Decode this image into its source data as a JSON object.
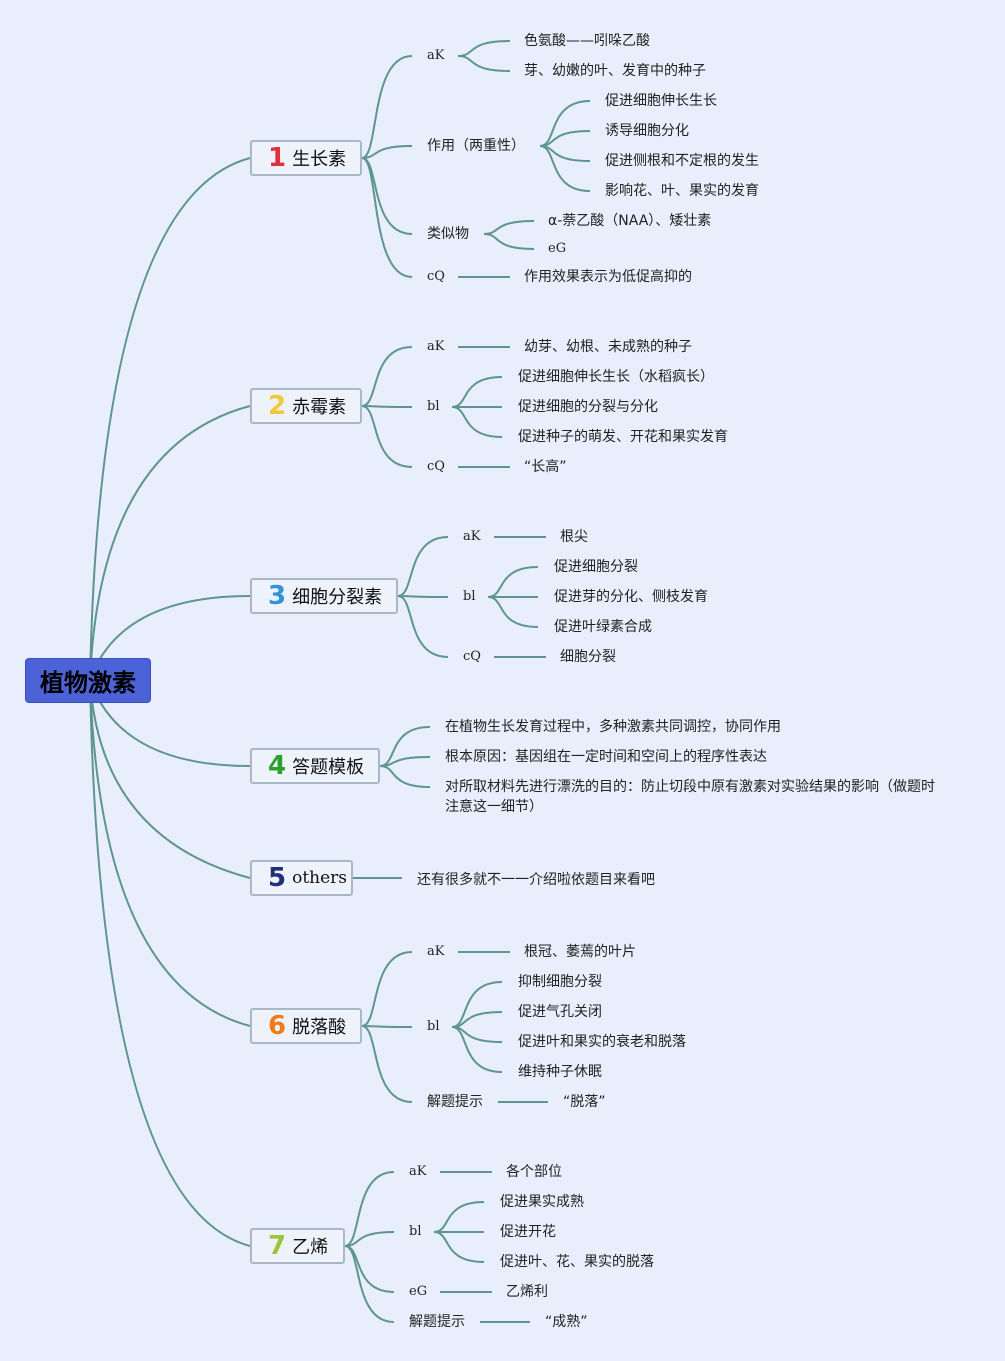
{
  "root": "植物激素",
  "line_color": "#5f958f",
  "branches": [
    {
      "num": "1",
      "num_color": "#e0303a",
      "label": "生长素",
      "children": [
        {
          "label": "aK",
          "children": [
            "色氨酸——吲哚乙酸",
            "芽、幼嫩的叶、发育中的种子"
          ]
        },
        {
          "label": "作用（两重性）",
          "children": [
            "促进细胞伸长生长",
            "诱导细胞分化",
            "促进侧根和不定根的发生",
            "影响花、叶、果实的发育"
          ]
        },
        {
          "label": "类似物",
          "children": [
            "α-萘乙酸（NAA）、矮壮素",
            "eG"
          ]
        },
        {
          "label": "cQ",
          "children": [
            "作用效果表示为低促高抑的"
          ]
        }
      ]
    },
    {
      "num": "2",
      "num_color": "#f2c73a",
      "label": "赤霉素",
      "children": [
        {
          "label": "aK",
          "children": [
            "幼芽、幼根、未成熟的种子"
          ]
        },
        {
          "label": "bl",
          "children": [
            "促进细胞伸长生长（水稻疯长）",
            "促进细胞的分裂与分化",
            "促进种子的萌发、开花和果实发育"
          ]
        },
        {
          "label": "cQ",
          "children": [
            "“长高”"
          ]
        }
      ]
    },
    {
      "num": "3",
      "num_color": "#2f93d6",
      "label": "细胞分裂素",
      "children": [
        {
          "label": "aK",
          "children": [
            "根尖"
          ]
        },
        {
          "label": "bl",
          "children": [
            "促进细胞分裂",
            "促进芽的分化、侧枝发育",
            "促进叶绿素合成"
          ]
        },
        {
          "label": "cQ",
          "children": [
            "细胞分裂"
          ]
        }
      ]
    },
    {
      "num": "4",
      "num_color": "#2aa12e",
      "label": "答题模板",
      "children": [
        {
          "label": "在植物生长发育过程中，多种激素共同调控，协同作用",
          "children": []
        },
        {
          "label": "根本原因：基因组在一定时间和空间上的程序性表达",
          "children": []
        },
        {
          "label": "对所取材料先进行漂洗的目的：防止切段中原有激素对实验结果的影响（做题时注意这一细节）",
          "children": []
        }
      ]
    },
    {
      "num": "5",
      "num_color": "#1f2f7a",
      "label": "others",
      "children": [
        {
          "label": "还有很多就不一一介绍啦依题目来看吧",
          "children": []
        }
      ]
    },
    {
      "num": "6",
      "num_color": "#f07a1c",
      "label": "脱落酸",
      "children": [
        {
          "label": "aK",
          "children": [
            "根冠、萎蔫的叶片"
          ]
        },
        {
          "label": "bl",
          "children": [
            "抑制细胞分裂",
            "促进气孔关闭",
            "促进叶和果实的衰老和脱落",
            "维持种子休眠"
          ]
        },
        {
          "label": "解题提示",
          "children": [
            "“脱落”"
          ]
        }
      ]
    },
    {
      "num": "7",
      "num_color": "#9bc43a",
      "label": "乙烯",
      "children": [
        {
          "label": "aK",
          "children": [
            "各个部位"
          ]
        },
        {
          "label": "bl",
          "children": [
            "促进果实成熟",
            "促进开花",
            "促进叶、花、果实的脱落"
          ]
        },
        {
          "label": "eG",
          "children": [
            "乙烯利"
          ]
        },
        {
          "label": "解题提示",
          "children": [
            "“成熟”"
          ]
        }
      ]
    }
  ]
}
